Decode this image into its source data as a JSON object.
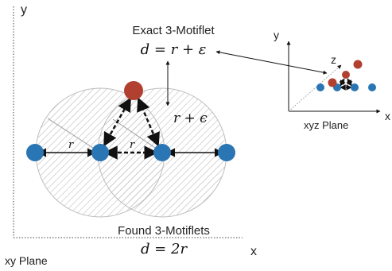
{
  "labels": {
    "axis_y_main": "y",
    "axis_x_main": "x",
    "plane_xy": "xy Plane",
    "exact_title": "Exact 3-Motiflet",
    "exact_formula": "d = r + ε",
    "found_title": "Found 3-Motiflets",
    "found_formula": "d = 2r",
    "r_plus_eps": "r + ϵ",
    "r_left": "r",
    "r_mid": "r",
    "inset_y": "y",
    "inset_x": "x",
    "inset_z": "z",
    "plane_xyz": "xyz Plane"
  },
  "colors": {
    "blue": "#2a75b3",
    "red": "#b24030",
    "hatch": "#b8b8b8",
    "line": "#111111"
  }
}
